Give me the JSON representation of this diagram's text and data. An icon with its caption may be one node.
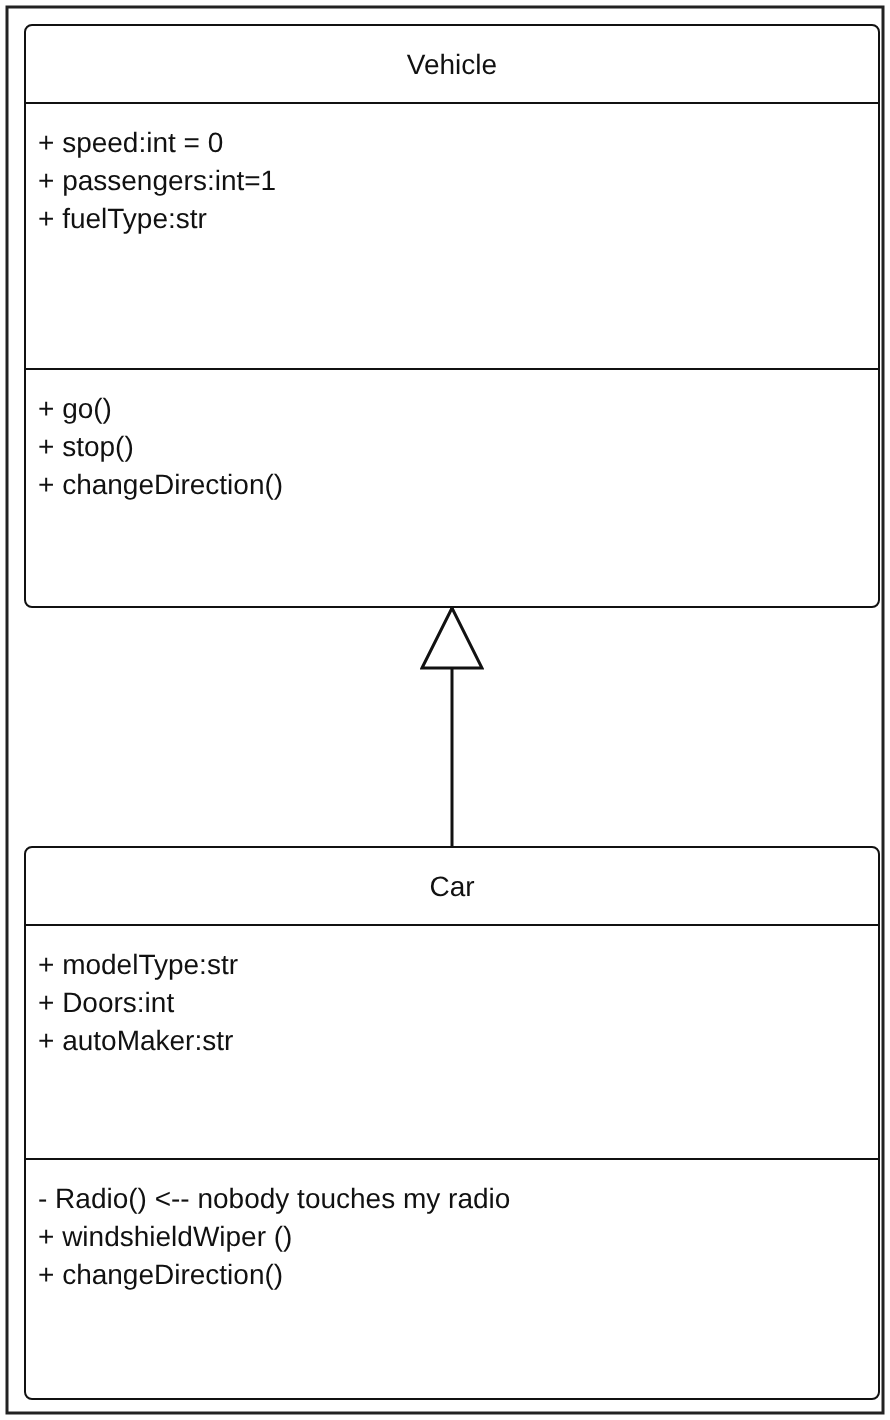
{
  "diagram": {
    "nodes": [
      {
        "text": [
          "Vehicle"
        ]
      },
      {
        "text": [
          "+ speed:int = 0",
          "+ passengers:int=1",
          "+ fuelType:str"
        ],
        "in": 0
      },
      {
        "text": [
          "+ go()",
          "+ stop()",
          "+ changeDirection()"
        ],
        "in": 0
      },
      {
        "text": [
          "Car"
        ]
      },
      {
        "text": [
          "+ modelType:str",
          "+ Doors:int",
          "+ autoMaker:str"
        ],
        "in": 3
      },
      {
        "text": [
          "- Radio() <-- nobody touches my radio",
          "+ windshieldWiper ()",
          "+ changeDirection()"
        ],
        "in": 3
      }
    ],
    "edges": [
      {
        "from": 3,
        "to": 0,
        "arrow": "to"
      }
    ]
  }
}
